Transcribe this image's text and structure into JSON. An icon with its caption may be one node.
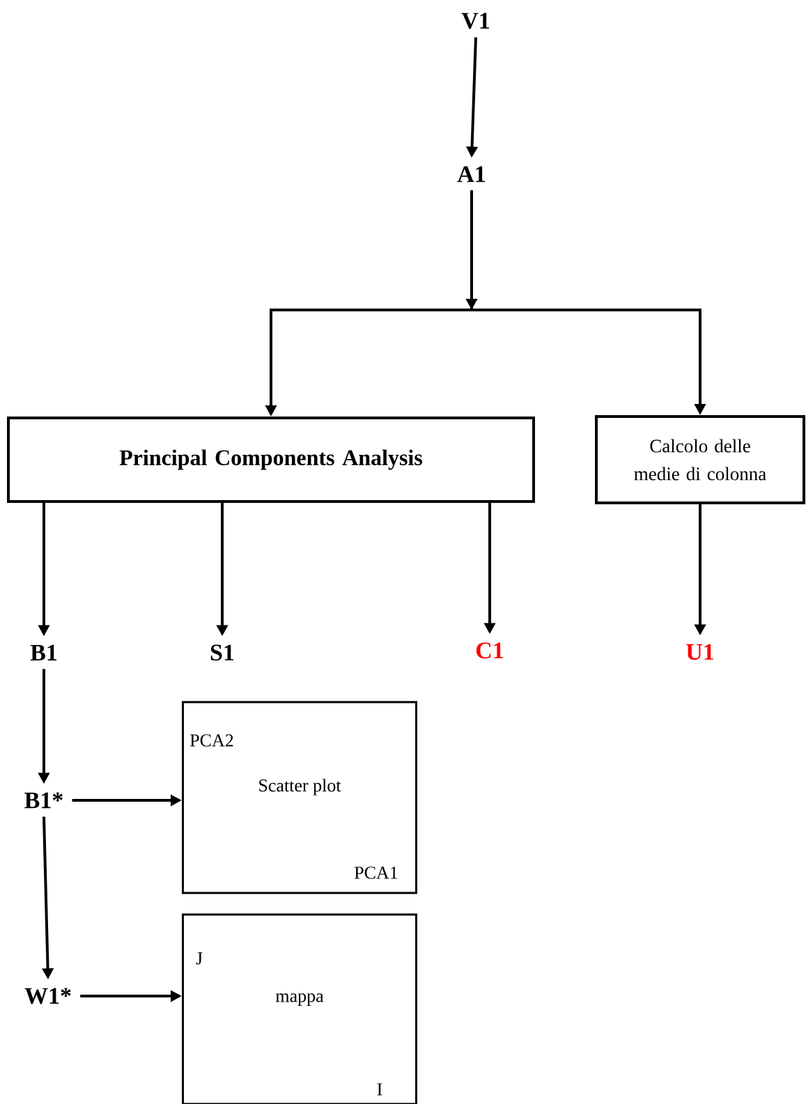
{
  "diagram": {
    "nodes": [
      {
        "text": [
          "V1"
        ]
      },
      {
        "text": [
          "A1"
        ]
      },
      {
        "text": [
          "Principal Components Analysis"
        ]
      },
      {
        "text": [
          "Calcolo delle medie di colonna"
        ]
      },
      {
        "text": [
          "B1"
        ]
      },
      {
        "text": [
          "S1"
        ]
      },
      {
        "text": [
          "C1"
        ]
      },
      {
        "text": [
          "U1"
        ]
      },
      {
        "text": [
          "B1*"
        ]
      },
      {
        "text": [
          "W1*"
        ]
      },
      {
        "text": [
          "PCA2",
          "Scatter plot",
          "PCA1"
        ]
      },
      {
        "text": [
          "J",
          "mappa",
          "I"
        ]
      }
    ],
    "edges": [
      {
        "from": 0,
        "to": 1,
        "arrow": "to"
      },
      {
        "from": 1,
        "to": 2,
        "arrow": "to"
      },
      {
        "from": 1,
        "to": 3,
        "arrow": "to"
      },
      {
        "from": 2,
        "to": 4,
        "arrow": "to"
      },
      {
        "from": 2,
        "to": 5,
        "arrow": "to"
      },
      {
        "from": 2,
        "to": 6,
        "arrow": "to"
      },
      {
        "from": 3,
        "to": 7,
        "arrow": "to"
      },
      {
        "from": 4,
        "to": 8,
        "arrow": "to"
      },
      {
        "from": 8,
        "to": 9,
        "arrow": "to"
      },
      {
        "from": 8,
        "to": 10,
        "arrow": "to"
      },
      {
        "from": 9,
        "to": 11,
        "arrow": "to"
      }
    ]
  }
}
